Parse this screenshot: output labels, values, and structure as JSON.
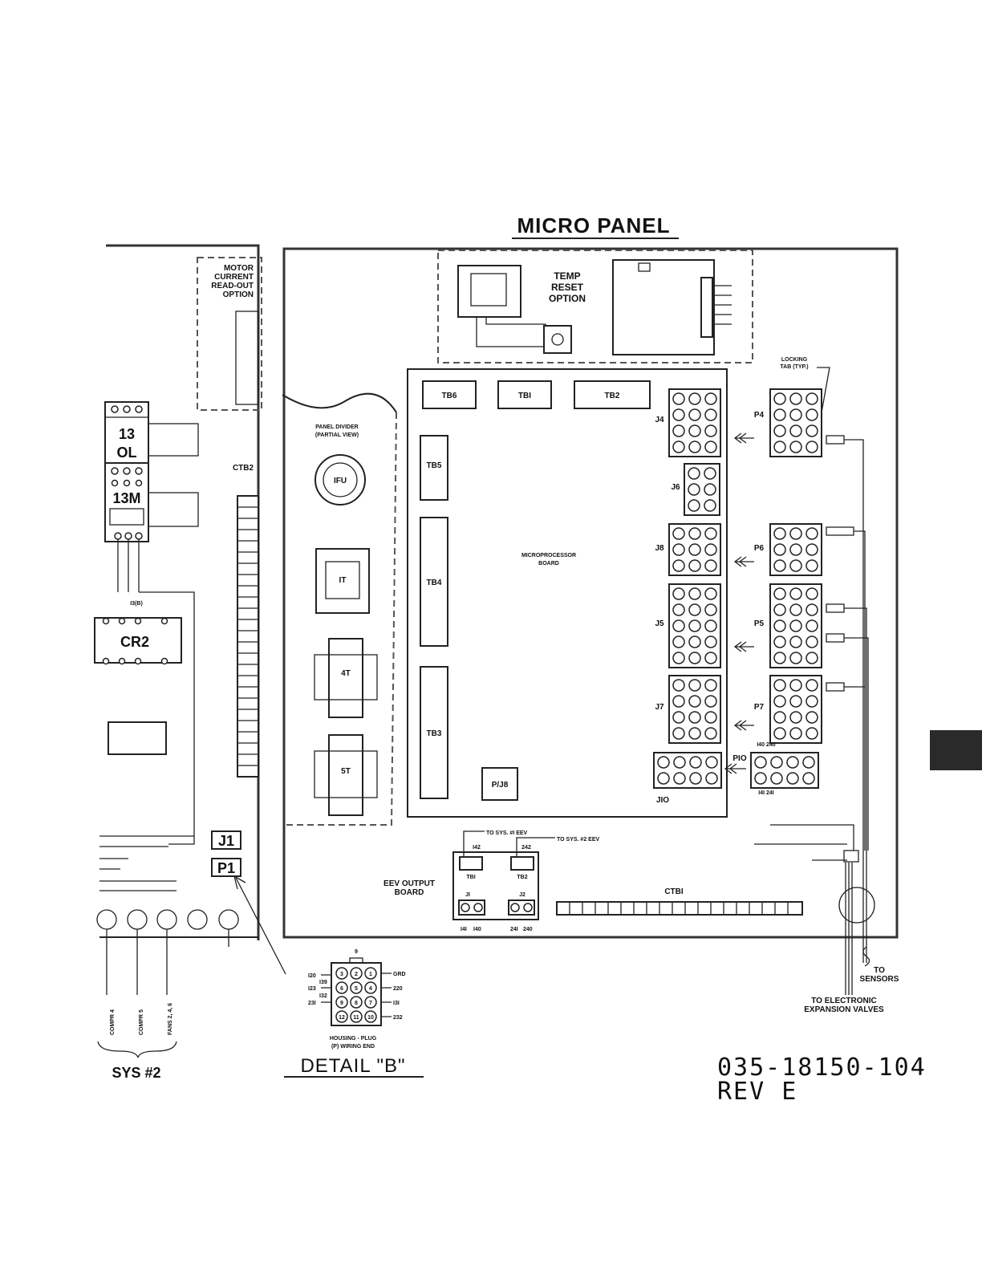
{
  "title": "MICRO PANEL",
  "motor_option": [
    "MOTOR",
    "CURRENT",
    "READ-OUT",
    "OPTION"
  ],
  "temp_option": [
    "TEMP",
    "RESET",
    "OPTION"
  ],
  "locking_tab": [
    "LOCKING",
    "TAB (TYP.)"
  ],
  "panel_divider": [
    "PANEL DIVIDER",
    "(PARTIAL VIEW)"
  ],
  "fuse": "IFU",
  "transformers": [
    "IT",
    "4T",
    "5T"
  ],
  "board": [
    "MICROPROCESSOR",
    "BOARD"
  ],
  "terminal_blocks": [
    "TB6",
    "TBI",
    "TB2",
    "TB5",
    "TB4",
    "TB3"
  ],
  "pj8": "P/J8",
  "jacks": [
    "J4",
    "J6",
    "J8",
    "J5",
    "J7",
    "JIO"
  ],
  "plugs": [
    "P4",
    "P6",
    "P5",
    "P7",
    "PIO"
  ],
  "relay_labels": {
    "ol_top": "13",
    "ol_bottom": "OL",
    "contactor": "13M",
    "cr2": "CR2",
    "cr2_top": "I3(B)"
  },
  "ctb2": "CTB2",
  "ctbi": "CTBI",
  "connectors": [
    "J1",
    "P1"
  ],
  "eev": {
    "board": [
      "EEV OUTPUT",
      "BOARD"
    ],
    "sys1": "TO SYS. #I EEV",
    "sys2": "TO SYS. #2 EEV",
    "tb_left": "TBI",
    "tb_right": "TB2",
    "j_left": "JI",
    "j_right": "J2",
    "wires_top_left": [
      "I42"
    ],
    "wires_top_right": [
      "242"
    ],
    "wires_bottom_left": [
      "I4I",
      "I40"
    ],
    "wires_bottom_right": [
      "24I",
      "240"
    ]
  },
  "pio_wires": {
    "top": "I40 240",
    "bottom": "I4I 24I"
  },
  "to_sensors": [
    "TO",
    "SENSORS"
  ],
  "to_eev": [
    "TO ELECTRONIC",
    "EXPANSION VALVES"
  ],
  "sys2_wires": [
    "COMPR 4",
    "COMPR 5",
    "FANS 2, 4, 6"
  ],
  "sys2_label": "SYS #2",
  "detail": {
    "title": "DETAIL \"B\"",
    "housing": [
      "HOUSING - PLUG",
      "(P) WIRING END"
    ],
    "left_wires": [
      "I20",
      "I23",
      "23I"
    ],
    "left_inner": [
      "I39",
      "I32"
    ],
    "right_wires": [
      "GRD",
      "220",
      "I3I",
      "232"
    ],
    "top_wire": "9",
    "pins": [
      "3",
      "2",
      "1",
      "6",
      "5",
      "4",
      "9",
      "8",
      "7",
      "12",
      "11",
      "10"
    ]
  },
  "doc_number": "035-18150-104",
  "revision": "REV E"
}
